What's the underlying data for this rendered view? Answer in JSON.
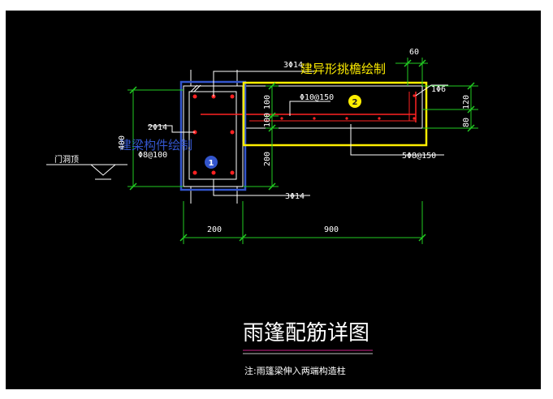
{
  "labels": {
    "top_dim": "60",
    "top_bar": "3Φ14",
    "canopy_label": "建异形挑檐绘制",
    "corner_bar": "1Φ6",
    "right_dim_upper": "120",
    "right_dim_lower": "80",
    "dist_bar": "Φ10@150",
    "badge_2": "2",
    "dim_100_upper": "100",
    "dim_100_lower": "100",
    "dim_200_vert": "200",
    "left_bar": "2Φ14",
    "beam_label": "建梁构件绘制",
    "stirrup": "Φ8@100",
    "door_label": "门洞顶",
    "left_dim_vert": "400",
    "badge_1": "1",
    "bottom_bar_right": "5Φ8@150",
    "bottom_bar": "3Φ14",
    "dim_200": "200",
    "dim_900": "900",
    "title": "雨篷配筋详图",
    "note": "注:雨篷梁伸入两端构造柱"
  },
  "colors": {
    "background": "#000000",
    "lines": "#ffffff",
    "dimension": "#22cc22",
    "rebar": "#ff2222",
    "highlight_beam": "#3355cc",
    "highlight_canopy": "#ffee00",
    "title_underline": "#cc2288"
  }
}
